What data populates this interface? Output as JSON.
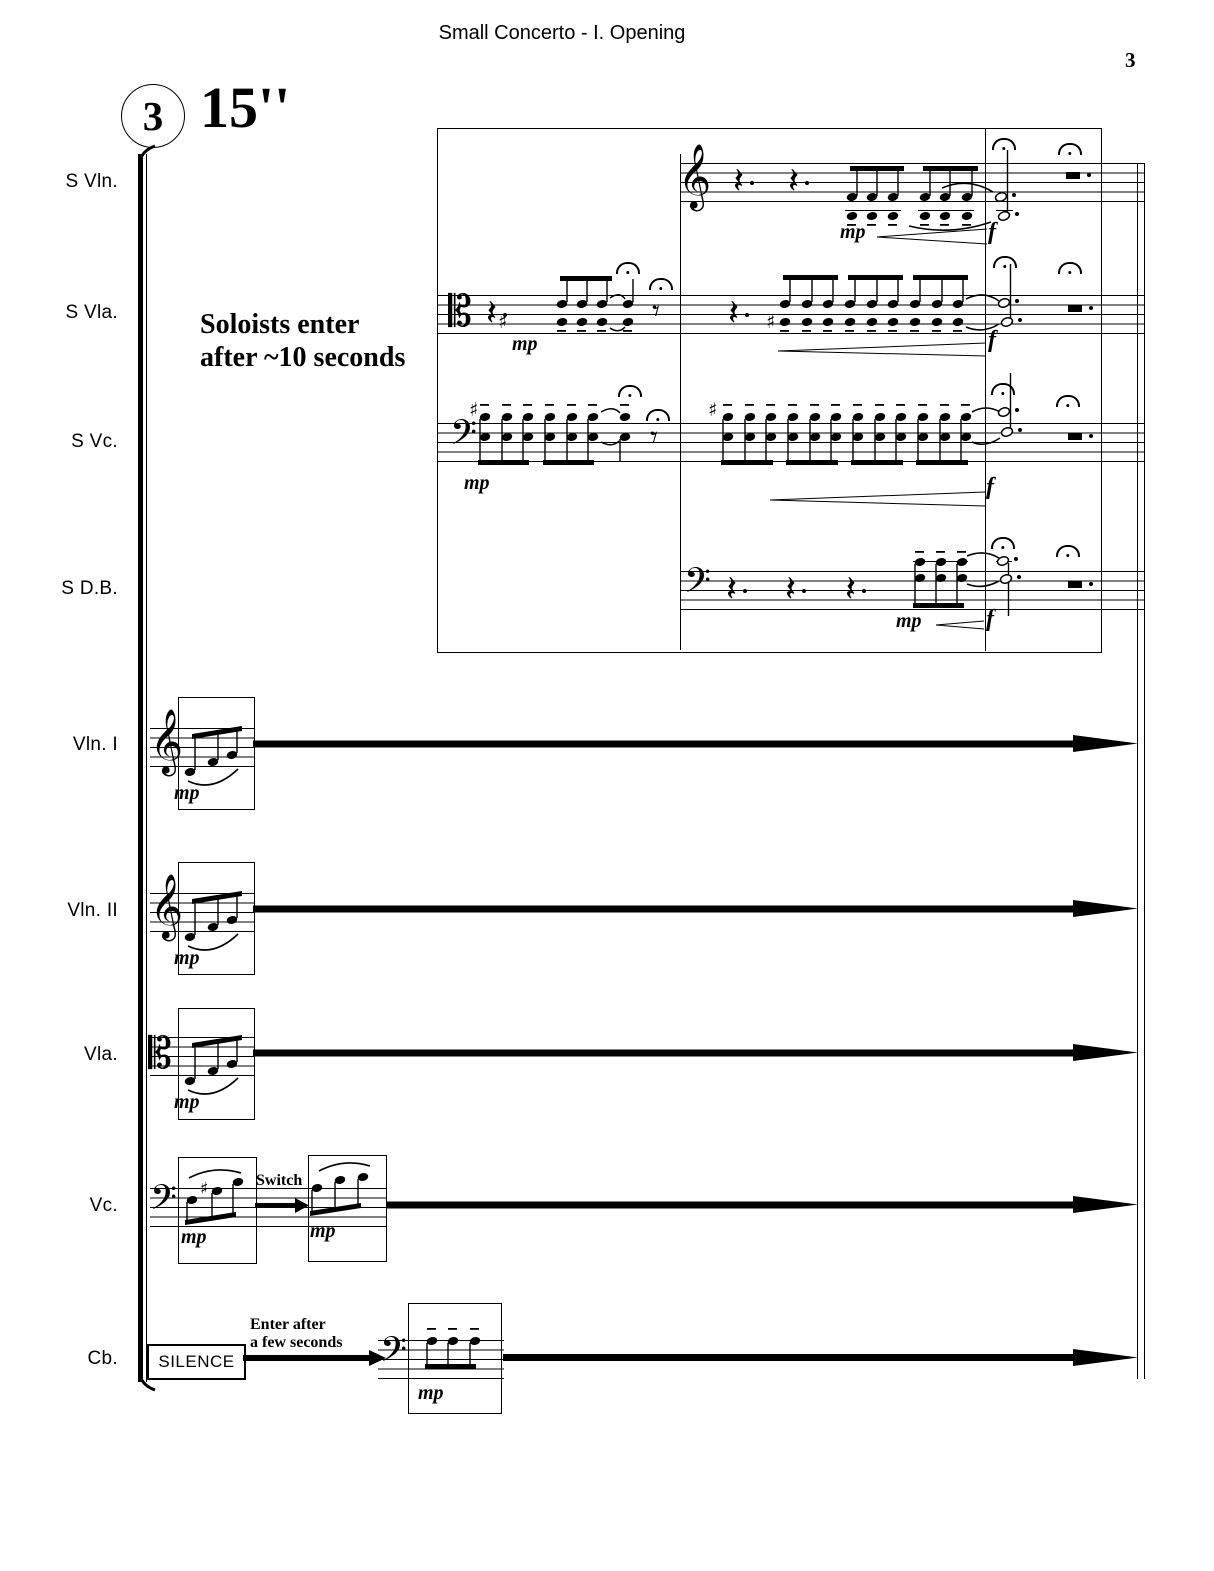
{
  "header": {
    "title": "Small Concerto - I. Opening",
    "page_number": "3"
  },
  "rehearsal": {
    "number": "3",
    "duration": "15''"
  },
  "instructions": {
    "soloists_line1": "Soloists enter",
    "soloists_line2": "after ~10 seconds",
    "switch": "Switch",
    "enter_line1": "Enter after",
    "enter_line2": "a few seconds",
    "silence": "SILENCE"
  },
  "staves": {
    "solo": [
      {
        "label": "S Vln.",
        "clef": "treble"
      },
      {
        "label": "S Vla.",
        "clef": "alto"
      },
      {
        "label": "S Vc.",
        "clef": "bass"
      },
      {
        "label": "S D.B.",
        "clef": "bass"
      }
    ],
    "tutti": [
      {
        "label": "Vln. I",
        "clef": "treble"
      },
      {
        "label": "Vln. II",
        "clef": "treble"
      },
      {
        "label": "Vla.",
        "clef": "alto"
      },
      {
        "label": "Vc.",
        "clef": "bass"
      },
      {
        "label": "Cb.",
        "clef": "bass"
      }
    ]
  },
  "dynamics": {
    "mp": "mp",
    "f": "f"
  },
  "glyphs": {
    "treble_clef": "𝄞",
    "alto_clef": "𝄡",
    "bass_clef": "𝄢",
    "quarter_rest": "𝄽",
    "eighth_rest": "𝄾",
    "sharp": "♯"
  }
}
